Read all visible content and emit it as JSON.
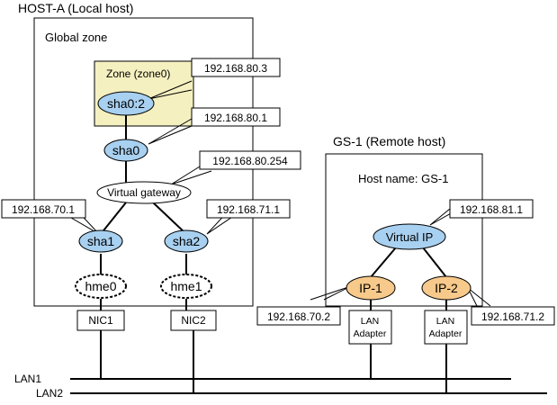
{
  "colors": {
    "interface_fill": "#a8d0f0",
    "zone_fill": "#f5f0c0",
    "remote_ip_fill": "#f7c98a",
    "line": "#000000"
  },
  "host_a": {
    "title": "HOST-A (Local host)",
    "global_zone_label": "Global zone",
    "zone_label": "Zone (zone0)",
    "interfaces": {
      "sha0_2": "sha0:2",
      "sha0": "sha0",
      "sha1": "sha1",
      "sha2": "sha2",
      "hme0": "hme0",
      "hme1": "hme1"
    },
    "virtual_gateway": "Virtual gateway",
    "nics": {
      "nic1": "NIC1",
      "nic2": "NIC2"
    },
    "addresses": {
      "sha0_2": "192.168.80.3",
      "sha0": "192.168.80.1",
      "gateway": "192.168.80.254",
      "sha1": "192.168.70.1",
      "sha2": "192.168.71.1"
    }
  },
  "gs1": {
    "title": "GS-1 (Remote host)",
    "host_name_label": "Host name: GS-1",
    "virtual_ip": "Virtual IP",
    "ip1": "IP-1",
    "ip2": "IP-2",
    "lan_adapter_line1": "LAN",
    "lan_adapter_line2": "Adapter",
    "addresses": {
      "virtual_ip": "192.168.81.1",
      "ip1": "192.168.70.2",
      "ip2": "192.168.71.2"
    }
  },
  "lans": {
    "lan1": "LAN1",
    "lan2": "LAN2"
  }
}
